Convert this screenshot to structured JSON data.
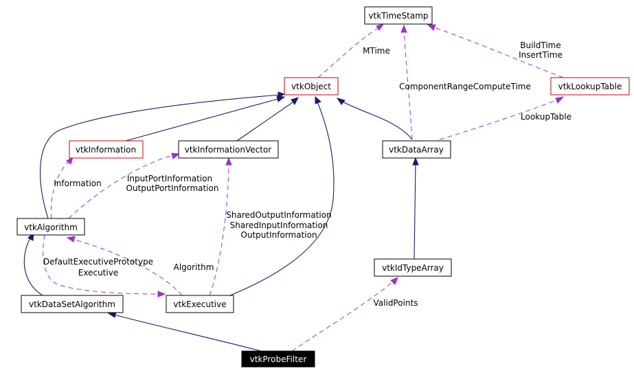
{
  "nodes": {
    "vtkTimeStamp": "vtkTimeStamp",
    "vtkObject": "vtkObject",
    "vtkLookupTable": "vtkLookupTable",
    "vtkInformation": "vtkInformation",
    "vtkInformationVector": "vtkInformationVector",
    "vtkDataArray": "vtkDataArray",
    "vtkAlgorithm": "vtkAlgorithm",
    "vtkIdTypeArray": "vtkIdTypeArray",
    "vtkDataSetAlgorithm": "vtkDataSetAlgorithm",
    "vtkExecutive": "vtkExecutive",
    "vtkProbeFilter": "vtkProbeFilter"
  },
  "edge_labels": {
    "mtime": "MTime",
    "build_time": "BuildTime",
    "insert_time": "InsertTime",
    "component_range": "ComponentRangeComputeTime",
    "lookup_table": "LookupTable",
    "information": "Information",
    "input_port_info": "InputPortInformation",
    "output_port_info": "OutputPortInformation",
    "shared_output_info": "SharedOutputInformation",
    "shared_input_info": "SharedInputInformation",
    "output_info": "OutputInformation",
    "default_exec_proto": "DefaultExecutivePrototype",
    "executive": "Executive",
    "algorithm": "Algorithm",
    "valid_points": "ValidPoints"
  },
  "colors": {
    "inheritance_edge": "#191970",
    "usage_edge": "#9a32cd",
    "undocumented_border": "#cc0000",
    "focus_fill": "#000000"
  }
}
